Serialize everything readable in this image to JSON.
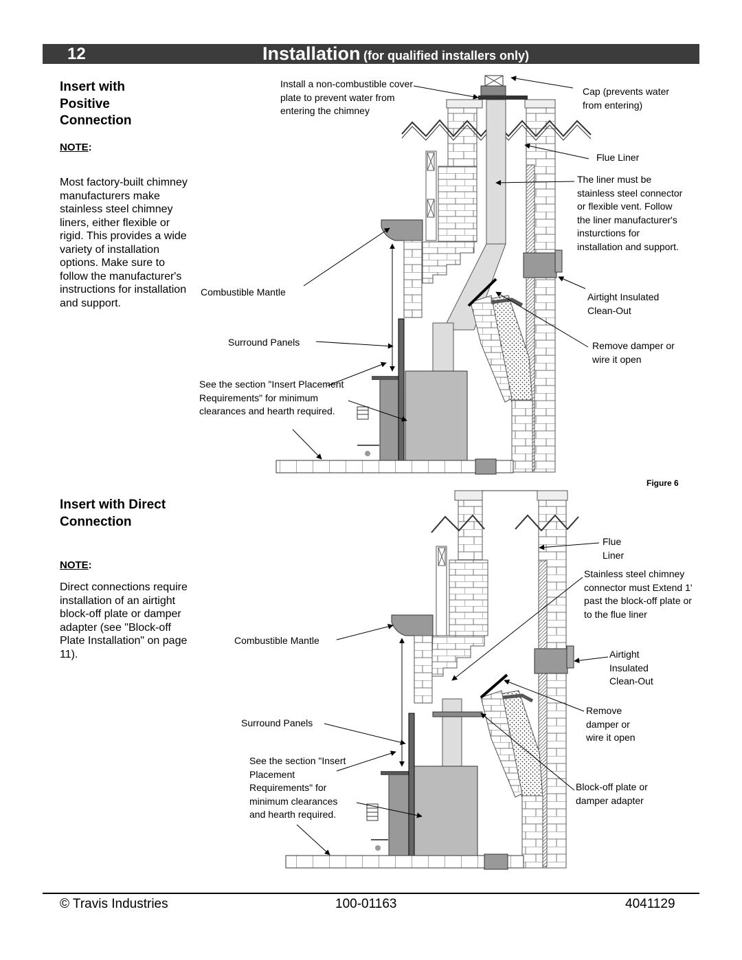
{
  "header": {
    "page_number": "12",
    "title": "Installation",
    "subtitle": "(for qualified installers only)"
  },
  "section1": {
    "title": "Insert with Positive Connection",
    "note_label": "NOTE",
    "note_text": "Most factory-built chimney manufacturers make stainless steel chimney liners, either flexible or rigid.  This provides a wide variety of installation options. Make sure to follow the manufacturer's instructions for installation and support."
  },
  "figure1": {
    "callouts": {
      "cover_plate": "Install a non-combustible cover plate to prevent water from entering the chimney",
      "cap": "Cap (prevents water from entering)",
      "flue_liner": "Flue Liner",
      "liner_note": "The liner must be stainless steel connector or flexible vent.  Follow the liner manufacturer's insturctions for installation and support.",
      "combustible_mantle": "Combustible Mantle",
      "cleanout": "Airtight Insulated Clean-Out",
      "surround_panels": "Surround Panels",
      "remove_damper": "Remove damper or wire it open",
      "see_section": "See the section \"Insert Placement  Requirements\" for minimum clearances and hearth required."
    },
    "label": "Figure 6"
  },
  "section2": {
    "title": "Insert with Direct Connection",
    "note_label": "NOTE",
    "note_text": "Direct connections require installation of an airtight block-off plate or damper adapter (see \"Block-off Plate Installation\" on page 11)."
  },
  "figure2": {
    "callouts": {
      "flue_liner": "Flue Liner",
      "stainless": "Stainless steel chimney connector must Extend 1' past the block-off plate or to the flue liner",
      "combustible_mantle": "Combustible Mantle",
      "cleanout": "Airtight Insulated Clean-Out",
      "remove_damper": "Remove damper or wire it open",
      "surround_panels": "Surround Panels",
      "see_section": "See the section \"Insert Placement Requirements\" for minimum clearances and hearth required.",
      "blockoff": "Block-off plate or damper adapter"
    }
  },
  "footer": {
    "left": "© Travis Industries",
    "center": "100-01163",
    "right": "4041129"
  }
}
